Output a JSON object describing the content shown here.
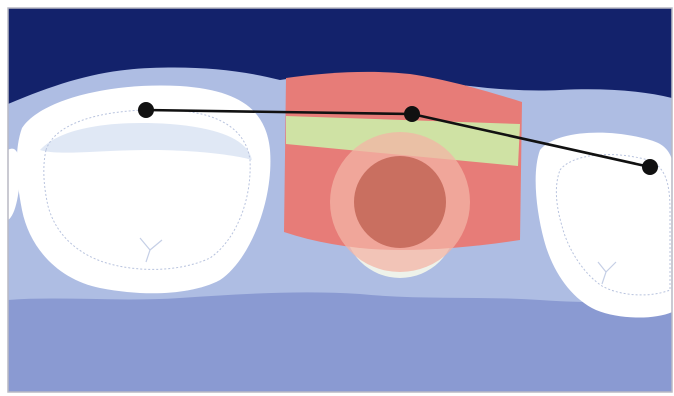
{
  "diagram": {
    "subject": "dental-implant-crown-alignment",
    "colors": {
      "background": "#ffffff",
      "frame_border": "#b9b9c4",
      "upper_region": "#13226b",
      "soft_tissue": "#aebde3",
      "bone_region": "#8a9ad2",
      "tooth_crown": "#ffffff",
      "crown_shadow": "#e6ecf8",
      "implant_block": "#e77c78",
      "occlusal_band": "#cfe2a4",
      "implant_halo": "#f3b4a6",
      "implant_core": "#c96f60",
      "platform_disc": "#eef2ea",
      "alignment_line": "#111111",
      "marker_dot": "#111111"
    },
    "markers": [
      {
        "id": "left-tooth-contact"
      },
      {
        "id": "implant-center-contact"
      },
      {
        "id": "right-tooth-contact"
      }
    ]
  }
}
